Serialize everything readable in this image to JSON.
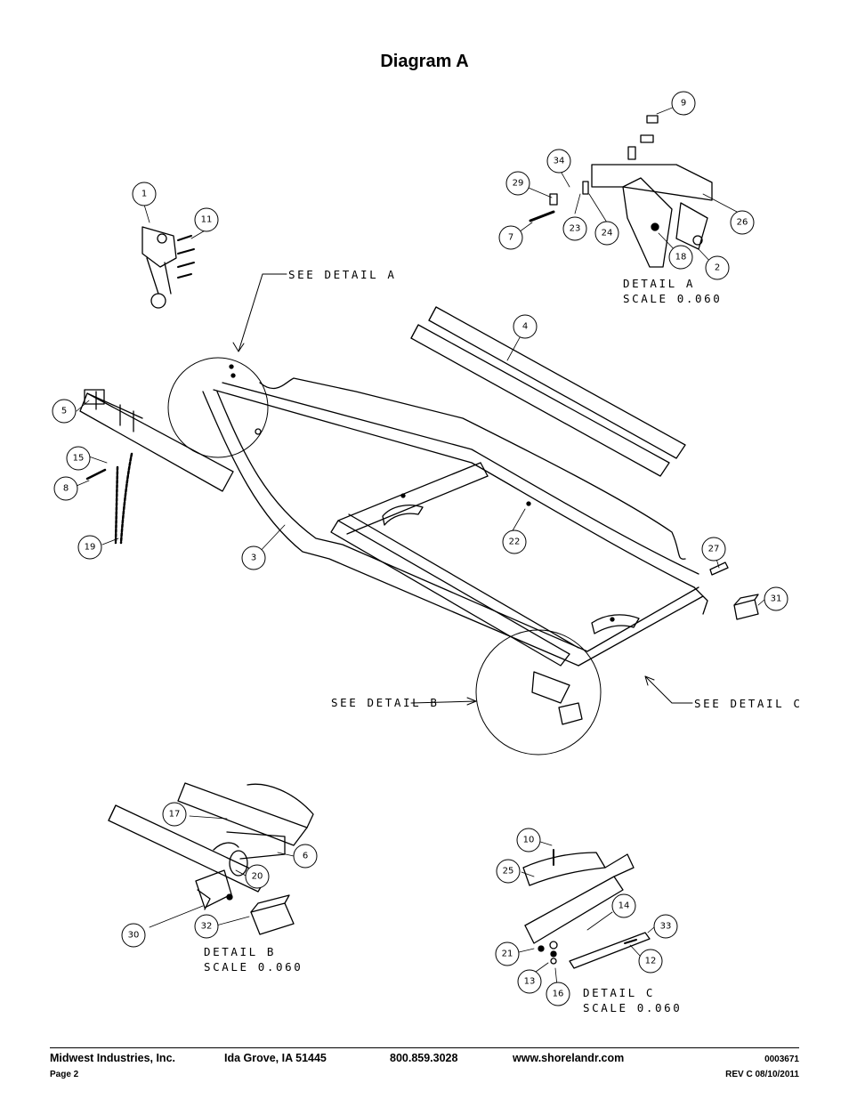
{
  "title": "Diagram A",
  "labels": {
    "see_detail_a": "SEE DETAIL  A",
    "see_detail_b": "SEE DETAIL  B",
    "see_detail_c": "SEE DETAIL  C",
    "detail_a": "DETAIL  A",
    "detail_b": "DETAIL  B",
    "detail_c": "DETAIL  C",
    "scale": "SCALE  0.060"
  },
  "callouts": {
    "c1": "1",
    "c2": "2",
    "c3": "3",
    "c4": "4",
    "c5": "5",
    "c6": "6",
    "c7": "7",
    "c8": "8",
    "c9": "9",
    "c10": "10",
    "c11": "11",
    "c12": "12",
    "c13": "13",
    "c14": "14",
    "c15": "15",
    "c16": "16",
    "c17": "17",
    "c18": "18",
    "c19": "19",
    "c20": "20",
    "c21": "21",
    "c22": "22",
    "c23": "23",
    "c24": "24",
    "c25": "25",
    "c26": "26",
    "c27": "27",
    "c29": "29",
    "c30": "30",
    "c31": "31",
    "c32": "32",
    "c33": "33",
    "c34": "34"
  },
  "footer": {
    "company": "Midwest Industries, Inc.",
    "city": "Ida Grove, IA  51445",
    "phone": "800.859.3028",
    "website": "www.shorelandr.com",
    "doc_number": "0003671",
    "page": "Page 2",
    "revision": "REV C  08/10/2011"
  }
}
